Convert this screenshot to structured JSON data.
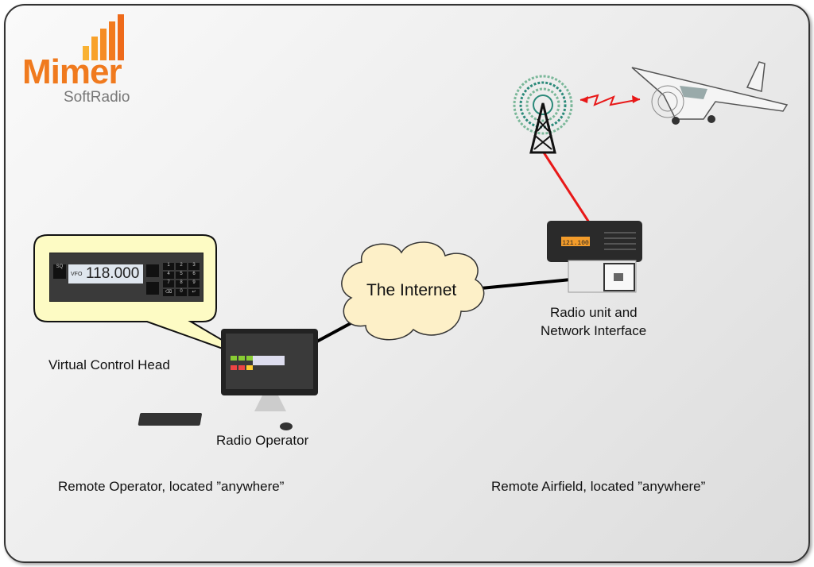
{
  "logo": {
    "name": "Mimer",
    "sub": "SoftRadio",
    "color": "#f07a1e"
  },
  "cloud_label": "The Internet",
  "callout": {
    "vfo_label": "VFO",
    "frequency": "118.000",
    "keys": [
      "1",
      "2",
      "3",
      "4",
      "5",
      "6",
      "7",
      "8",
      "9",
      "⌫",
      "0",
      "↵"
    ],
    "sq_label": "SQ"
  },
  "radio_display": "121.100",
  "labels": {
    "virtual_control_head": "Virtual Control Head",
    "radio_operator": "Radio Operator",
    "radio_unit_line1": "Radio unit and",
    "radio_unit_line2": "Network Interface",
    "remote_operator": "Remote Operator, located ”anywhere”",
    "remote_airfield": "Remote Airfield, located ”anywhere”"
  },
  "colors": {
    "link": "#000000",
    "radio_link": "#e81818",
    "callout_fill": "#fdfbc4",
    "cloud_fill": "#fdf0c8"
  }
}
